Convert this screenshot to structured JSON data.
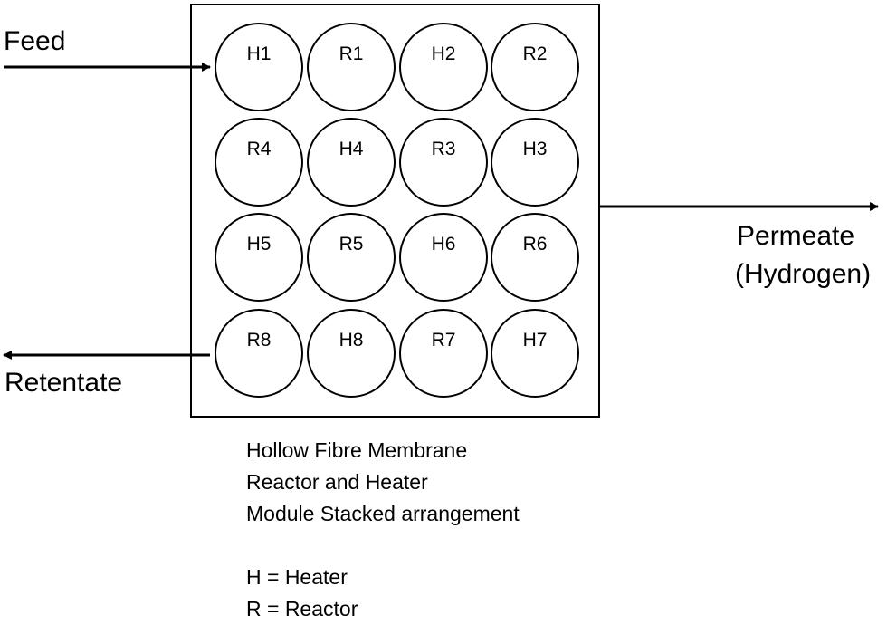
{
  "labels": {
    "feed": "Feed",
    "retentate": "Retentate",
    "permeate_line1": "Permeate",
    "permeate_line2": "(Hydrogen)"
  },
  "grid": [
    [
      "H1",
      "R1",
      "H2",
      "R2"
    ],
    [
      "R4",
      "H4",
      "R3",
      "H3"
    ],
    [
      "H5",
      "R5",
      "H6",
      "R6"
    ],
    [
      "R8",
      "H8",
      "R7",
      "H7"
    ]
  ],
  "caption": {
    "line1": "Hollow Fibre Membrane",
    "line2": "Reactor and Heater",
    "line3": "Module Stacked arrangement",
    "legend_heater": "H = Heater",
    "legend_reactor": "R = Reactor"
  },
  "colors": {
    "stroke": "#000000",
    "background": "#ffffff"
  }
}
